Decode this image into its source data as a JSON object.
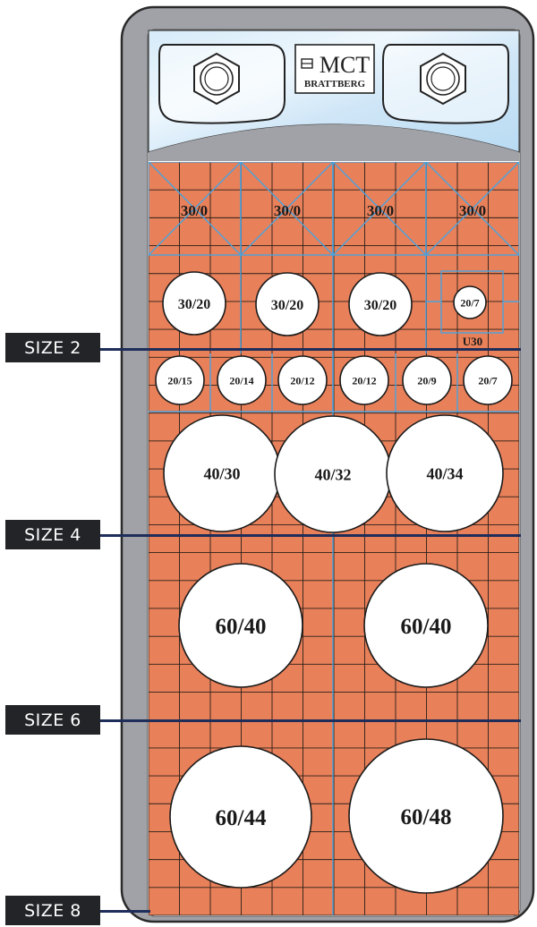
{
  "brand": {
    "line1": "MCT",
    "line2": "BRATTBERG"
  },
  "colors": {
    "grid_fill": "#e8805a",
    "grid_line": "#2a2018",
    "module_line": "#4aa3dd",
    "frame": "#a1a2a7",
    "frame_outline": "#2a2a2a",
    "label_bg": "#222428",
    "size_line": "#1f2d5a"
  },
  "grid": {
    "columns": 12,
    "rows": 27
  },
  "top_modules": {
    "labels": [
      "30/0",
      "30/0",
      "30/0",
      "30/0"
    ]
  },
  "seals": [
    {
      "label": "30/20"
    },
    {
      "label": "30/20"
    },
    {
      "label": "30/20"
    },
    {
      "label": "20/7"
    },
    {
      "label": "20/15"
    },
    {
      "label": "20/14"
    },
    {
      "label": "20/12"
    },
    {
      "label": "20/12"
    },
    {
      "label": "20/9"
    },
    {
      "label": "20/7"
    },
    {
      "label": "40/30"
    },
    {
      "label": "40/32"
    },
    {
      "label": "40/34"
    },
    {
      "label": "60/40"
    },
    {
      "label": "60/40"
    },
    {
      "label": "60/44"
    },
    {
      "label": "60/48"
    }
  ],
  "u30_label": "U30",
  "size_markers": [
    {
      "label": "SIZE 2"
    },
    {
      "label": "SIZE 4"
    },
    {
      "label": "SIZE 6"
    },
    {
      "label": "SIZE 8"
    }
  ]
}
